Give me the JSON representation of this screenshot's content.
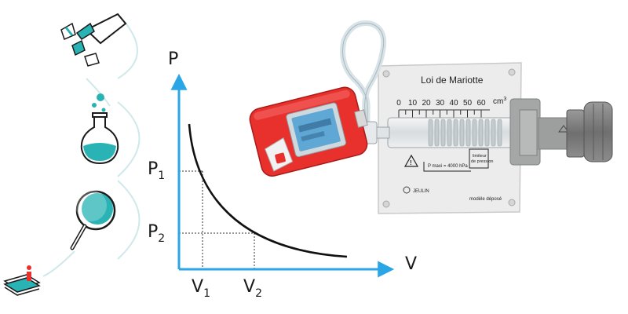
{
  "graph": {
    "axis_y_label": "P",
    "axis_x_label": "V",
    "p1": {
      "letter": "P",
      "sub": "1"
    },
    "p2": {
      "letter": "P",
      "sub": "2"
    },
    "v1": {
      "letter": "V",
      "sub": "1"
    },
    "v2": {
      "letter": "V",
      "sub": "2"
    }
  },
  "apparatus": {
    "board_title": "Loi de Mariotte",
    "scale_ticks": [
      "0",
      "10",
      "20",
      "30",
      "40",
      "50",
      "60"
    ],
    "scale_unit": "cm",
    "scale_unit_sup": "3",
    "warning_text": "P maxi = 4000 hPa",
    "limiter_line1": "limiteur",
    "limiter_line2": "de pression",
    "brand": "JEULIN",
    "footer_text": "modèle déposé"
  },
  "colors": {
    "axis_blue": "#2aa6e6",
    "teal": "#29b3b5",
    "sensor_red": "#e8302c",
    "board": "#eeeeee"
  },
  "icons": [
    "writing-hand-icon",
    "flask-icon",
    "magnifier-icon",
    "book-info-icon"
  ]
}
